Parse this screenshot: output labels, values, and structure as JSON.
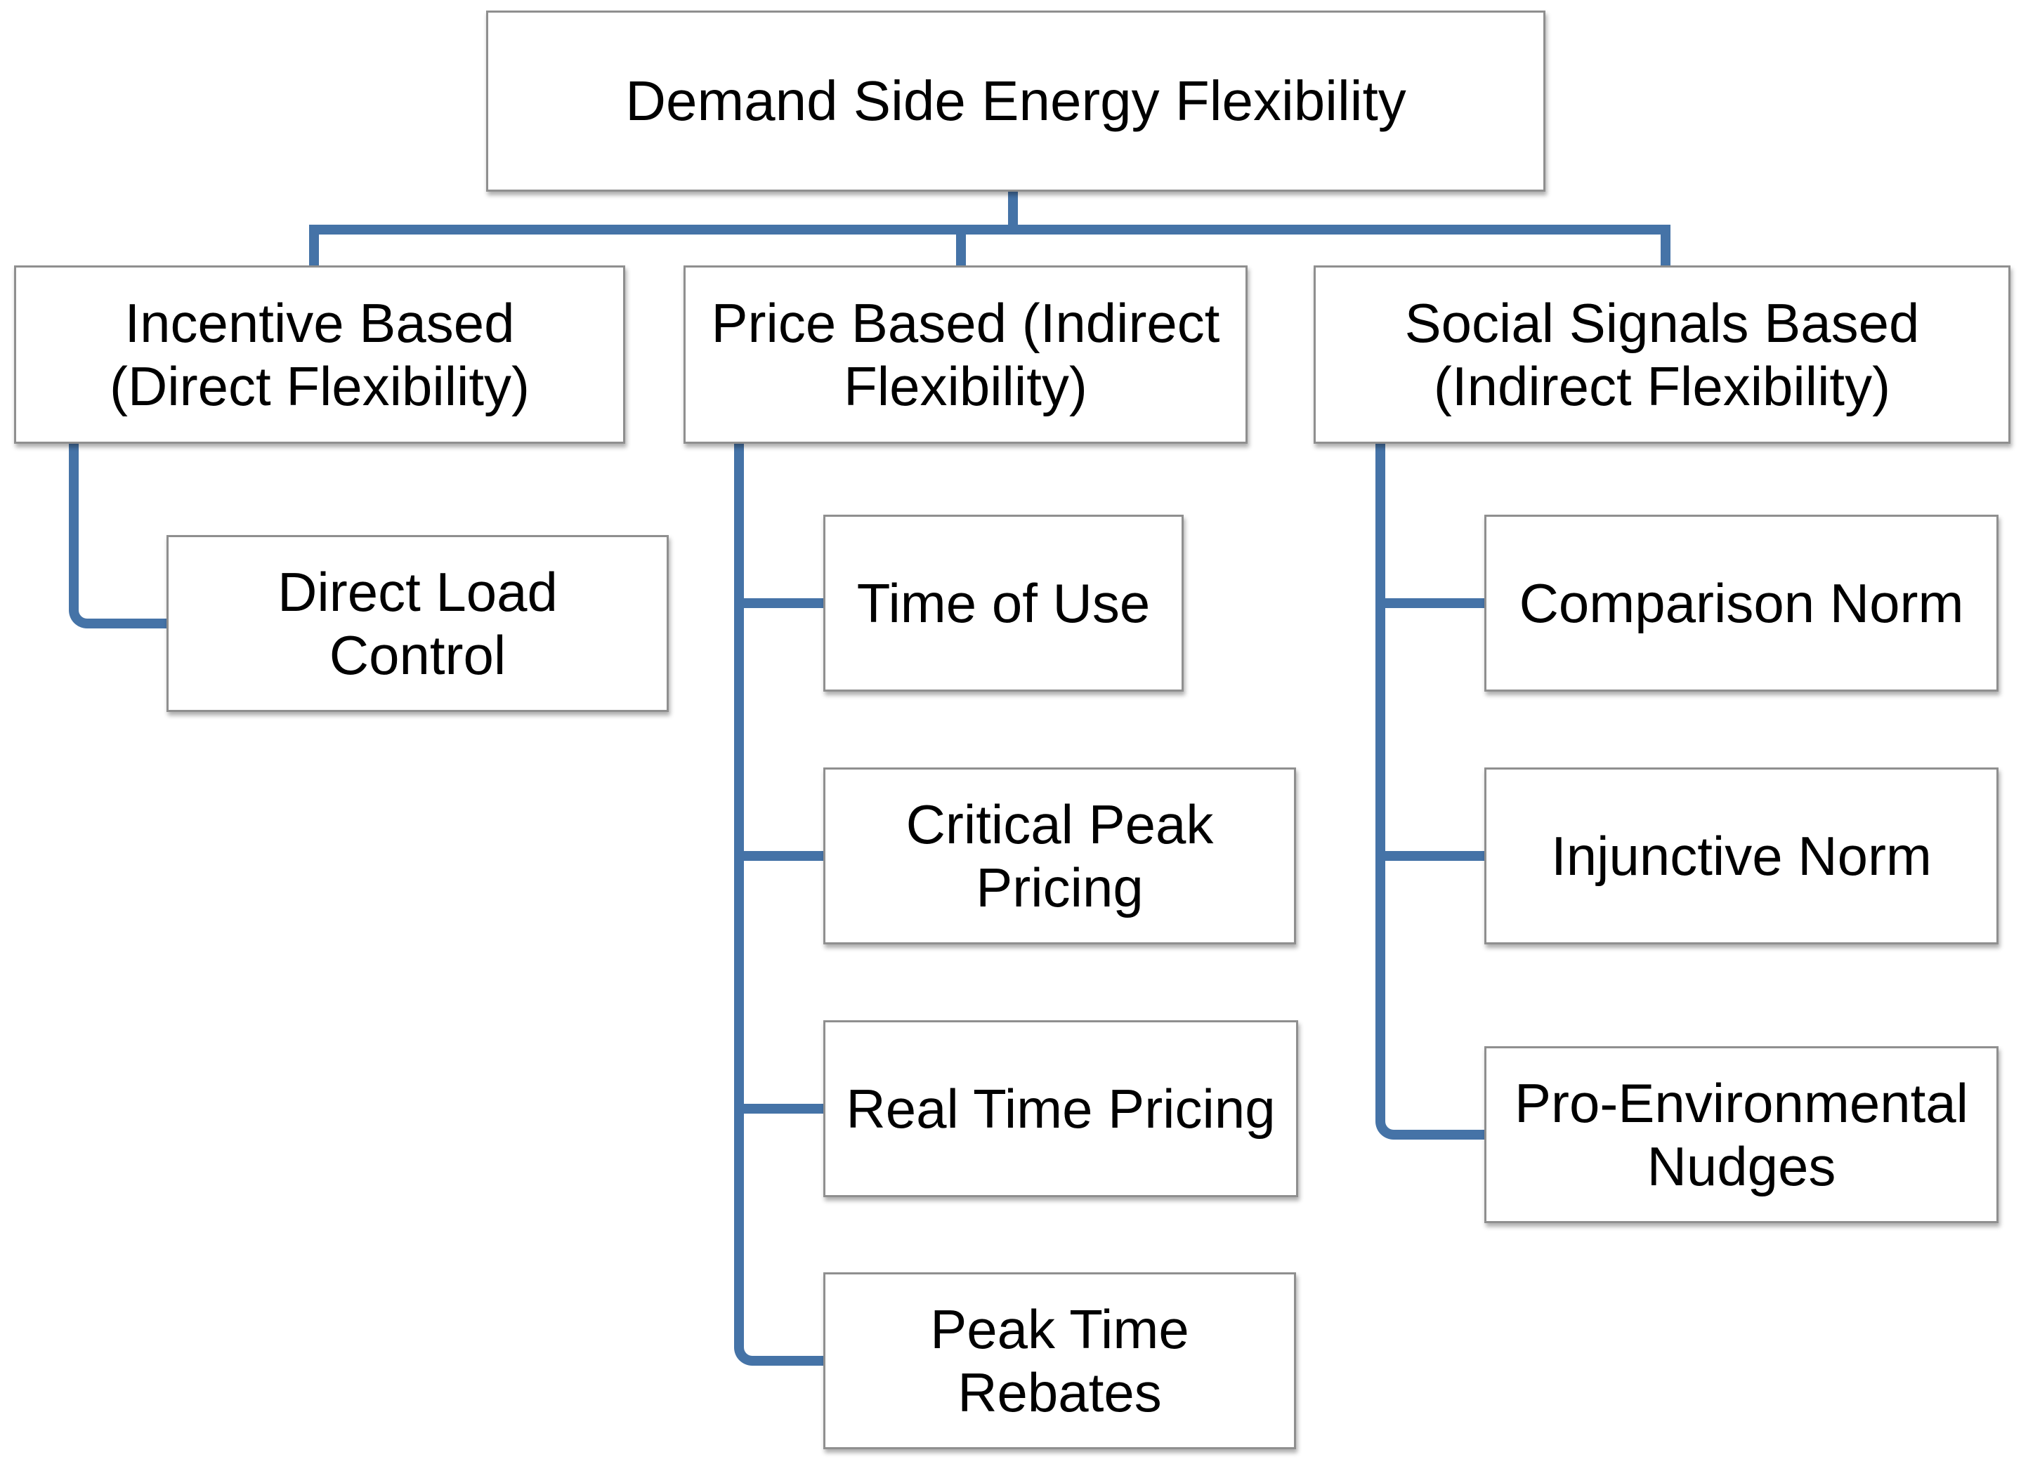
{
  "diagram": {
    "type": "hierarchy-flowchart",
    "root": {
      "label": "Demand Side Energy Flexibility"
    },
    "branches": [
      {
        "label": "Incentive Based\n(Direct Flexibility)",
        "children": [
          {
            "label": "Direct Load\nControl"
          }
        ]
      },
      {
        "label": "Price Based (Indirect\nFlexibility)",
        "children": [
          {
            "label": "Time of Use"
          },
          {
            "label": "Critical Peak\nPricing"
          },
          {
            "label": "Real Time Pricing"
          },
          {
            "label": "Peak Time\nRebates"
          }
        ]
      },
      {
        "label": "Social Signals Based\n(Indirect Flexibility)",
        "children": [
          {
            "label": "Comparison Norm"
          },
          {
            "label": "Injunctive Norm"
          },
          {
            "label": "Pro-Environmental\nNudges"
          }
        ]
      }
    ],
    "colors": {
      "connector_blue": "#4573a7",
      "box_border_gray": "#8f8f8f",
      "box_fill": "#ffffff",
      "text": "#000000",
      "background": "#ffffff"
    }
  }
}
